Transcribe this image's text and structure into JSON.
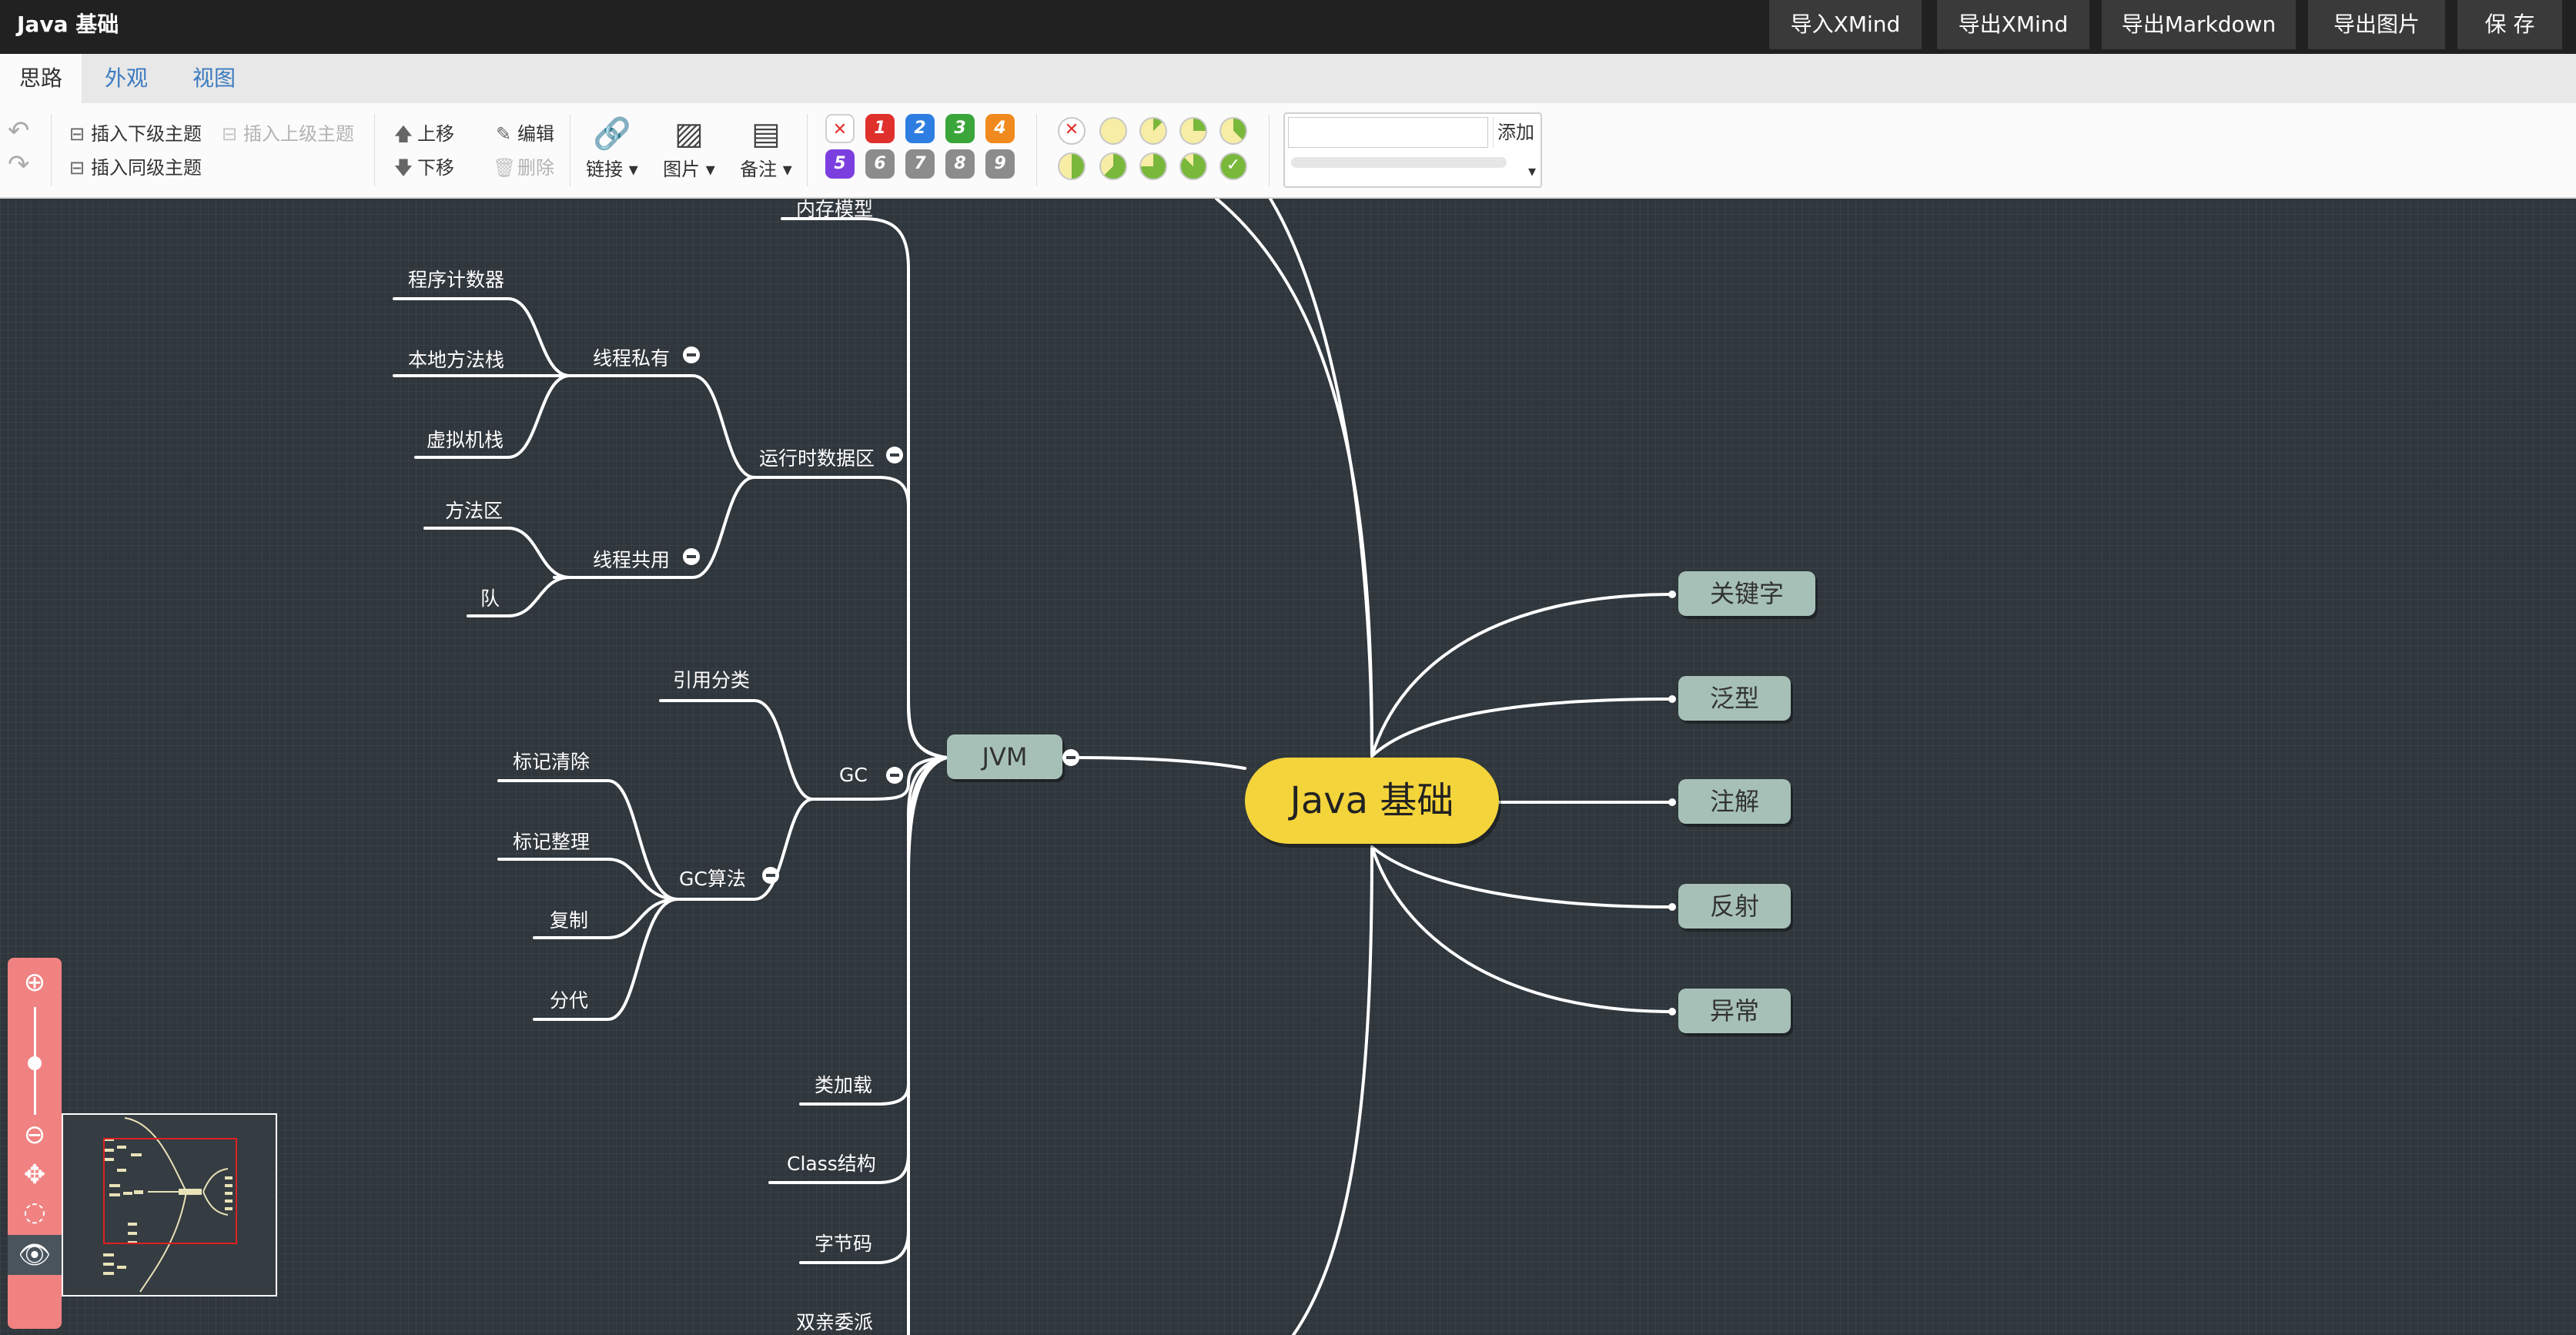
{
  "app": {
    "title": "Java 基础"
  },
  "top_buttons": {
    "import_xmind": "导入XMind",
    "export_xmind": "导出XMind",
    "export_markdown": "导出Markdown",
    "export_image": "导出图片",
    "save": "保 存"
  },
  "tabs": [
    {
      "label": "思路",
      "active": true
    },
    {
      "label": "外观",
      "active": false
    },
    {
      "label": "视图",
      "active": false
    }
  ],
  "toolbar": {
    "insert_child": "插入下级主题",
    "insert_parent": "插入上级主题",
    "insert_sibling": "插入同级主题",
    "move_up": "上移",
    "move_down": "下移",
    "edit": "编辑",
    "delete": "删除",
    "link": "链接",
    "image": "图片",
    "note": "备注",
    "priorities": [
      "1",
      "2",
      "3",
      "4",
      "5",
      "6",
      "7",
      "8",
      "9"
    ],
    "priority_colors": [
      "#e0302b",
      "#2e7de0",
      "#3aa63a",
      "#f08a1e",
      "#7b3fe0",
      "#8c8c8c",
      "#8c8c8c",
      "#8c8c8c",
      "#8c8c8c"
    ],
    "resource_add": "添加",
    "resource_value": ""
  },
  "mindmap": {
    "root": "Java 基础",
    "right_topics": [
      "关键字",
      "泛型",
      "注解",
      "反射",
      "异常"
    ],
    "jvm": "JVM",
    "jvm_children": {
      "memory_model": "内存模型",
      "runtime_data": "运行时数据区",
      "thread_private": "线程私有",
      "thread_private_items": [
        "程序计数器",
        "本地方法栈",
        "虚拟机栈"
      ],
      "thread_shared": "线程共用",
      "thread_shared_items": [
        "方法区",
        "队"
      ],
      "gc": "GC",
      "ref_types": "引用分类",
      "gc_algo": "GC算法",
      "gc_algo_items": [
        "标记清除",
        "标记整理",
        "复制",
        "分代"
      ],
      "class_loading": "类加载",
      "class_structure": "Class结构",
      "bytecode": "字节码",
      "parent_delegation": "双亲委派"
    },
    "colors": {
      "root": "#f4d43b",
      "topic": "#a6c0b8",
      "canvas": "#2f363c"
    }
  },
  "zoom": {
    "in_icon": "zoom-in-icon",
    "out_icon": "zoom-out-icon",
    "level": 0.55
  }
}
